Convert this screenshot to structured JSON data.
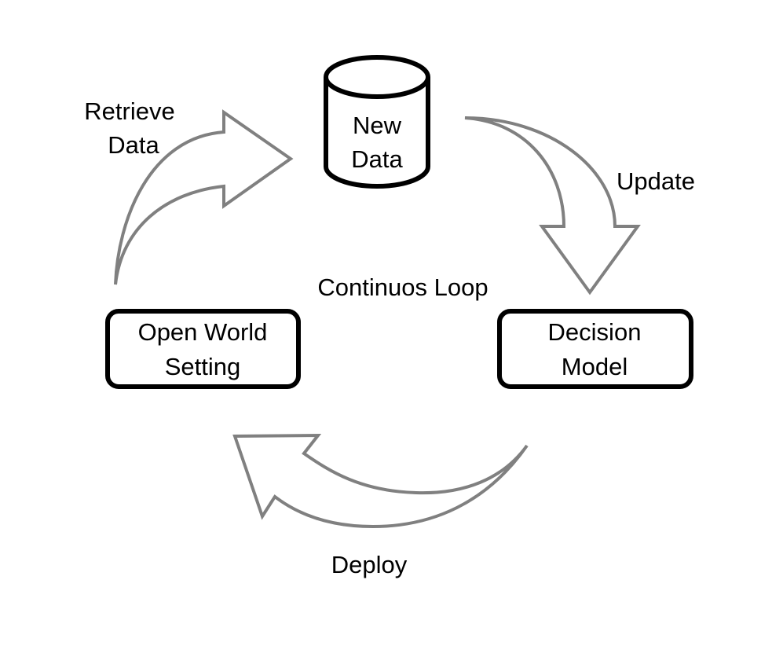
{
  "diagram": {
    "title": "Continuos Loop",
    "colors": {
      "node_stroke": "#000000",
      "arrow_stroke": "#808080",
      "background": "#ffffff"
    },
    "nodes": [
      {
        "id": "new-data",
        "shape": "cylinder",
        "lines": [
          "New",
          "Data"
        ]
      },
      {
        "id": "decision-model",
        "shape": "rounded-rectangle",
        "lines": [
          "Decision",
          "Model"
        ]
      },
      {
        "id": "open-world-setting",
        "shape": "rounded-rectangle",
        "lines": [
          "Open World",
          "Setting"
        ]
      }
    ],
    "edges": [
      {
        "from": "open-world-setting",
        "to": "new-data",
        "lines": [
          "Retrieve",
          "Data"
        ]
      },
      {
        "from": "new-data",
        "to": "decision-model",
        "lines": [
          "Update"
        ]
      },
      {
        "from": "decision-model",
        "to": "open-world-setting",
        "lines": [
          "Deploy"
        ]
      }
    ]
  }
}
